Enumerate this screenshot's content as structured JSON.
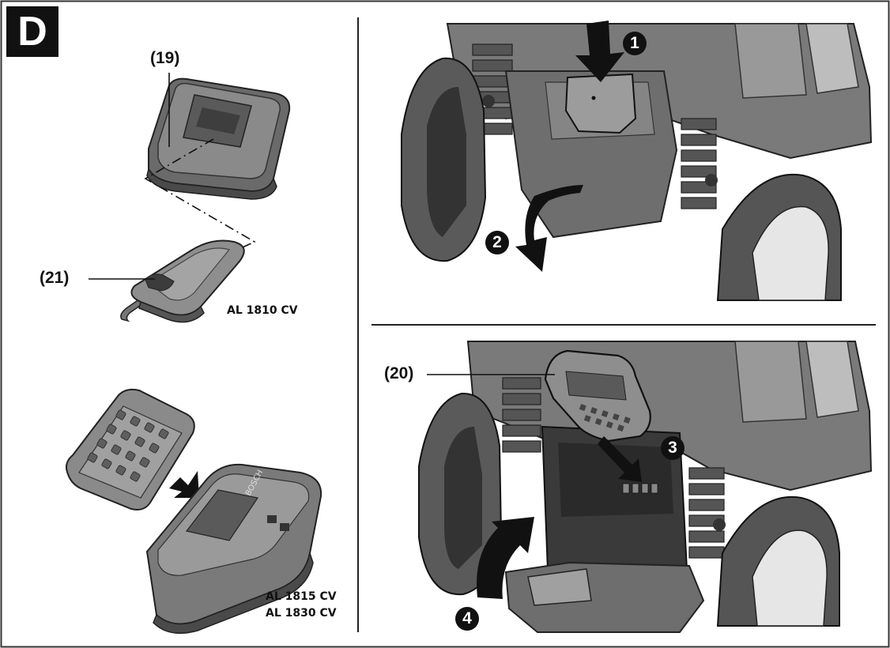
{
  "figure_letter": "D",
  "callouts": {
    "battery": "(19)",
    "charger_indicator": "(21)",
    "battery_compartment": "(20)"
  },
  "chargers": {
    "small": "AL 1810 CV",
    "large_line1": "AL 1815 CV",
    "large_line2": "AL 1830 CV"
  },
  "steps": [
    "1",
    "2",
    "3",
    "4"
  ],
  "colors": {
    "ink": "#111111",
    "body_gray": "#7a7a7a",
    "dark_gray": "#4a4a4a",
    "light_gray": "#bcbcbc",
    "background": "#ffffff"
  }
}
